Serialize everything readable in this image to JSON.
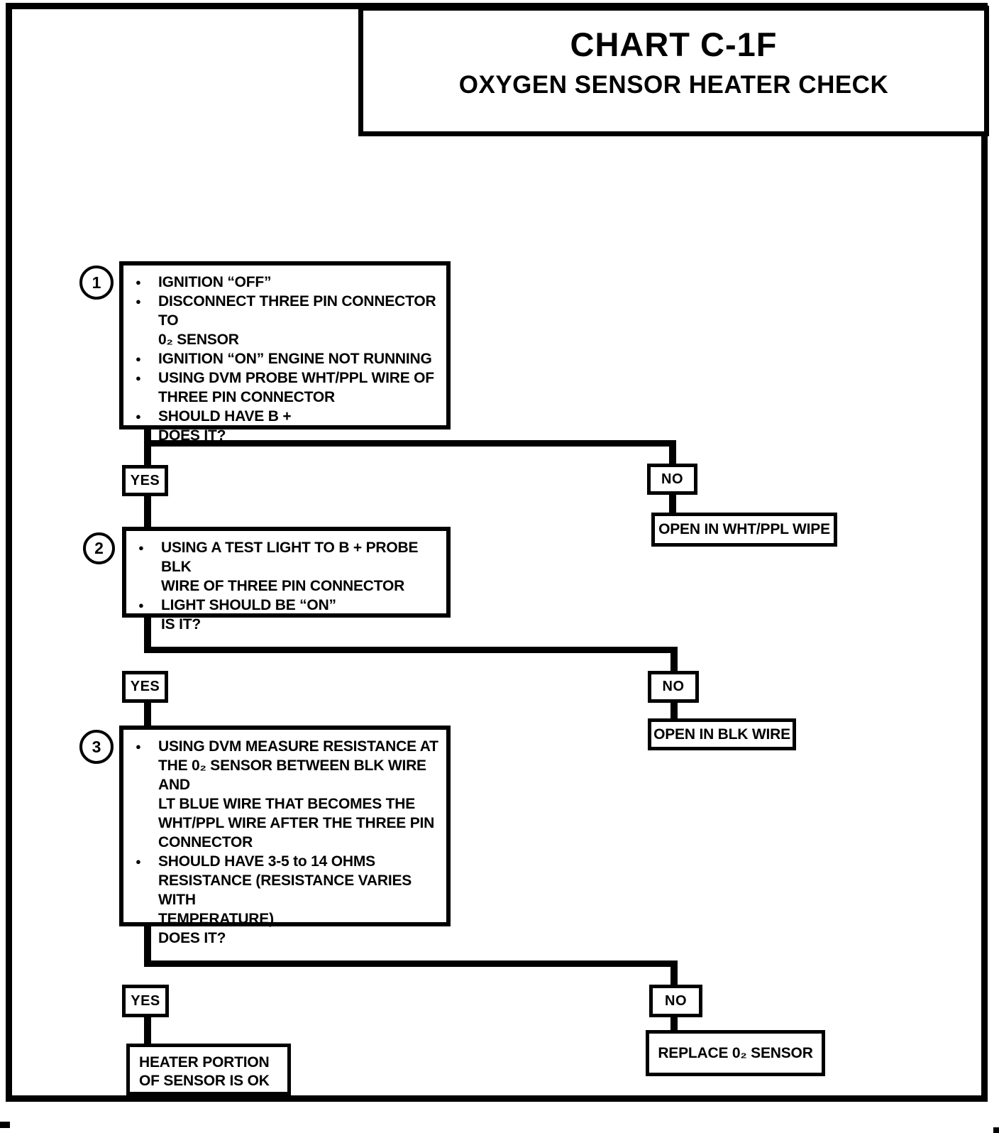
{
  "page": {
    "title": "CHART C-1F",
    "subtitle": "OXYGEN SENSOR HEATER CHECK"
  },
  "steps": [
    {
      "number": "1",
      "bullets": [
        "IGNITION “OFF”",
        "DISCONNECT THREE PIN CONNECTOR TO\n0₂ SENSOR",
        "IGNITION “ON” ENGINE NOT RUNNING",
        "USING DVM PROBE WHT/PPL WIRE OF\nTHREE PIN CONNECTOR",
        "SHOULD HAVE B +\nDOES IT?"
      ]
    },
    {
      "number": "2",
      "bullets": [
        "USING A TEST LIGHT TO B + PROBE BLK\nWIRE OF THREE PIN CONNECTOR",
        "LIGHT SHOULD BE “ON”\nIS IT?"
      ]
    },
    {
      "number": "3",
      "bullets": [
        "USING DVM MEASURE RESISTANCE AT\nTHE 0₂ SENSOR BETWEEN BLK WIRE AND\nLT BLUE WIRE THAT BECOMES THE\nWHT/PPL WIRE AFTER THE THREE PIN\nCONNECTOR",
        "SHOULD HAVE 3-5 to 14 OHMS\nRESISTANCE (RESISTANCE VARIES WITH\nTEMPERATURE)\nDOES IT?"
      ]
    }
  ],
  "branches": [
    {
      "yes_label": "YES",
      "no_label": "NO",
      "no_result": "OPEN IN WHT/PPL WIPE"
    },
    {
      "yes_label": "YES",
      "no_label": "NO",
      "no_result": "OPEN IN BLK WIRE"
    },
    {
      "yes_label": "YES",
      "no_label": "NO",
      "yes_result": "HEATER PORTION\nOF SENSOR IS OK",
      "no_result": "REPLACE 0₂ SENSOR"
    }
  ],
  "colors": {
    "ink": "#000000",
    "paper": "#ffffff"
  }
}
